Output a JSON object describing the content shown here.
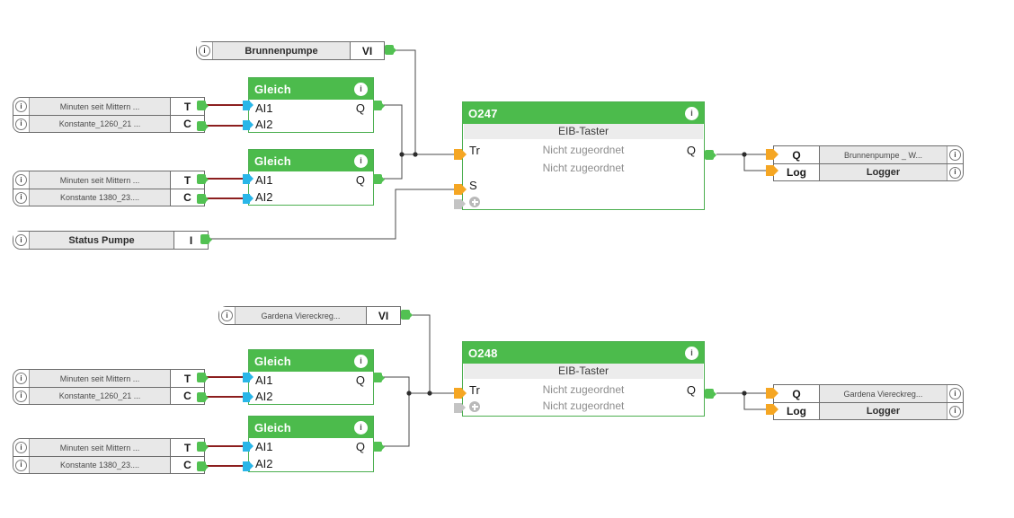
{
  "diagram": {
    "sections": [
      {
        "id": "section-brunnenpumpe",
        "trigger_input": {
          "name": "Brunnenpumpe",
          "terminal": "VI",
          "badge": "i"
        },
        "compare_blocks": [
          {
            "title": "Gleich",
            "info": "i",
            "inputs": [
              "AI1",
              "AI2"
            ],
            "output": "Q",
            "sources": [
              {
                "name": "Minuten seit Mittern ...",
                "terminal": "T",
                "badge": "i"
              },
              {
                "name": "Konstante_1260_21 ...",
                "terminal": "C",
                "badge": "i"
              }
            ]
          },
          {
            "title": "Gleich",
            "info": "i",
            "inputs": [
              "AI1",
              "AI2"
            ],
            "output": "Q",
            "sources": [
              {
                "name": "Minuten seit Mittern ...",
                "terminal": "T",
                "badge": "i"
              },
              {
                "name": "Konstante 1380_23....",
                "terminal": "C",
                "badge": "i"
              }
            ]
          }
        ],
        "extra_input": {
          "name": "Status Pumpe",
          "terminal": "I",
          "badge": "i"
        },
        "function_block": {
          "id": "O247",
          "info": "i",
          "subtitle": "EIB-Taster",
          "notes": [
            "Nicht zugeordnet",
            "Nicht zugeordnet"
          ],
          "inputs": [
            "Tr",
            "S"
          ],
          "output": "Q",
          "has_expander": true
        },
        "outputs": [
          {
            "terminal": "Q",
            "name": "Brunnenpumpe _ W...",
            "badge": "i",
            "bold": false
          },
          {
            "terminal": "Log",
            "name": "Logger",
            "badge": "i",
            "bold": true
          }
        ]
      },
      {
        "id": "section-gardena",
        "trigger_input": {
          "name": "Gardena Viereckreg...",
          "terminal": "VI",
          "badge": "i"
        },
        "compare_blocks": [
          {
            "title": "Gleich",
            "info": "i",
            "inputs": [
              "AI1",
              "AI2"
            ],
            "output": "Q",
            "sources": [
              {
                "name": "Minuten seit Mittern ...",
                "terminal": "T",
                "badge": "i"
              },
              {
                "name": "Konstante_1260_21 ...",
                "terminal": "C",
                "badge": "i"
              }
            ]
          },
          {
            "title": "Gleich",
            "info": "i",
            "inputs": [
              "AI1",
              "AI2"
            ],
            "output": "Q",
            "sources": [
              {
                "name": "Minuten seit Mittern ...",
                "terminal": "T",
                "badge": "i"
              },
              {
                "name": "Konstante 1380_23....",
                "terminal": "C",
                "badge": "i"
              }
            ]
          }
        ],
        "function_block": {
          "id": "O248",
          "info": "i",
          "subtitle": "EIB-Taster",
          "notes": [
            "Nicht zugeordnet",
            "Nicht zugeordnet"
          ],
          "inputs": [
            "Tr"
          ],
          "output": "Q",
          "has_expander": true
        },
        "outputs": [
          {
            "terminal": "Q",
            "name": "Gardena Viereckreg...",
            "badge": "i",
            "bold": false
          },
          {
            "terminal": "Log",
            "name": "Logger",
            "badge": "i",
            "bold": true
          }
        ]
      }
    ]
  },
  "colors": {
    "block_green": "#4cbb4c",
    "connector_green": "#52c152",
    "connector_blue": "#29b6e8",
    "connector_orange": "#f5a623",
    "connector_gray": "#c4c4c4",
    "wire_dark": "#4a4a4a",
    "wire_red": "#8c1f1f",
    "block_body": "#ffffff",
    "io_name_bg": "#e8e8e8"
  }
}
